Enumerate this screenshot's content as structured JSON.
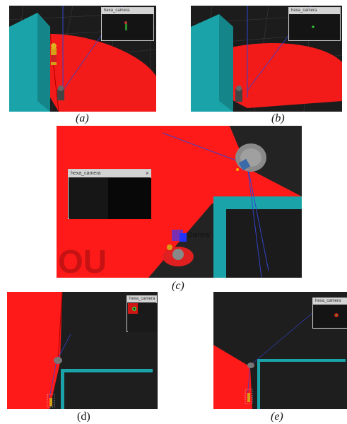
{
  "panels": {
    "a": {
      "caption": "(a)",
      "camera_title": "hexa_camera"
    },
    "b": {
      "caption": "(b)",
      "camera_title": "hexa_camera"
    },
    "c": {
      "caption": "(c)",
      "camera_title": "hexa_camera",
      "close_glyph": "×",
      "dummy_label": "Dummy",
      "watermark": "OU"
    },
    "d": {
      "caption": "(d)",
      "camera_title": "hexa_camera"
    },
    "e": {
      "caption": "(e)",
      "camera_title": "hexa_camera"
    }
  },
  "colors": {
    "floor": "#222222",
    "laser": "#ff1a1a",
    "wall": "#1aa3a8",
    "beam": "#3344cc"
  }
}
